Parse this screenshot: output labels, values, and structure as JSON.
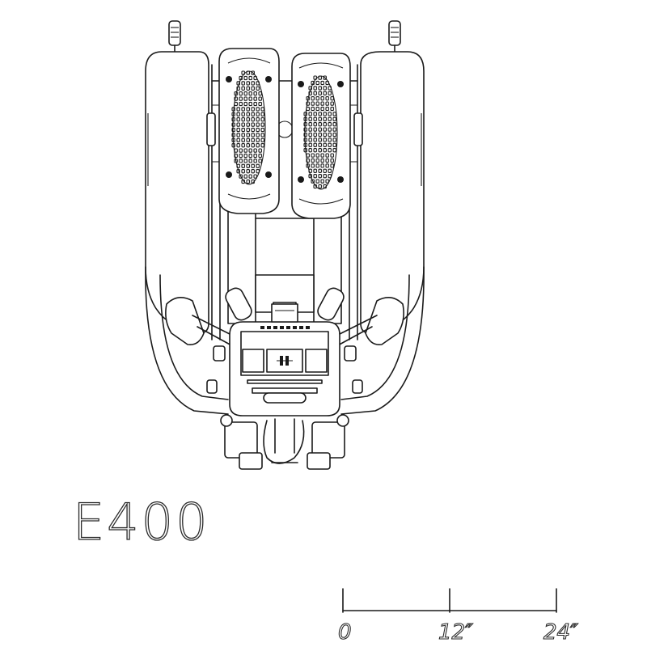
{
  "model": {
    "name": "E400"
  },
  "scale": {
    "unit_marks": [
      "0",
      "12″",
      "24″"
    ]
  },
  "icons": {
    "machine": "elliptical-trainer-top-view",
    "pedal": "foot-pedal"
  }
}
